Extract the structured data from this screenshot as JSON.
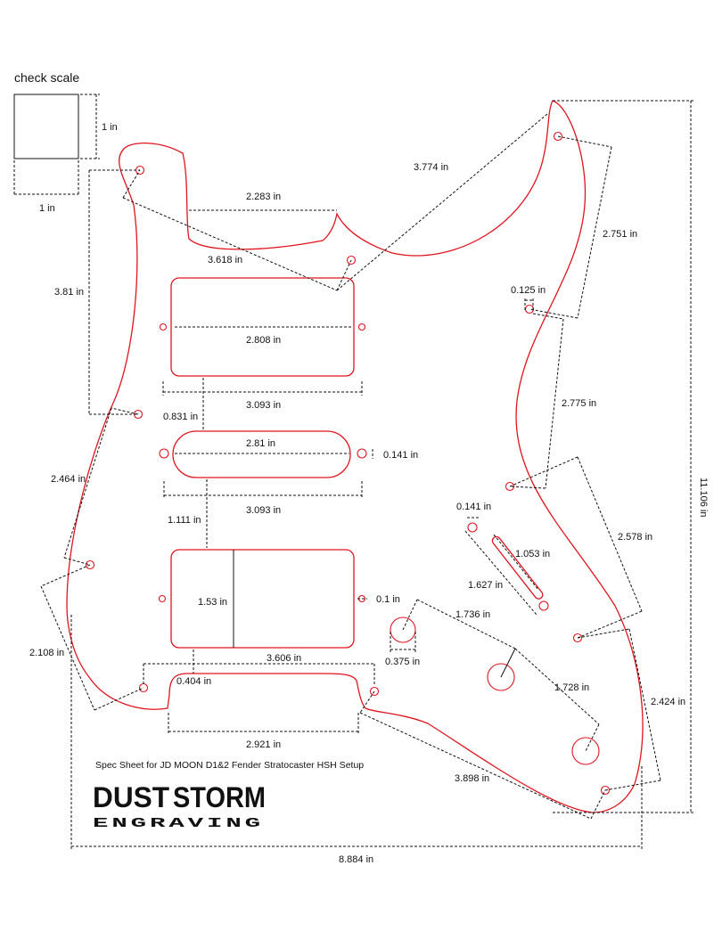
{
  "check_scale": {
    "title": "check scale",
    "width_label": "1 in",
    "height_label": "1 in"
  },
  "dimensions": {
    "d2283": "2.283 in",
    "d3774": "3.774 in",
    "d3618": "3.618 in",
    "d2751": "2.751 in",
    "d381": "3.81 in",
    "d0125": "0.125 in",
    "d2808": "2.808 in",
    "d3093a": "3.093 in",
    "d0831": "0.831 in",
    "d2775": "2.775 in",
    "d281": "2.81 in",
    "d0141a": "0.141 in",
    "d2464": "2.464 in",
    "d3093b": "3.093 in",
    "d1111": "1.111 in",
    "d0141b": "0.141 in",
    "d2578": "2.578 in",
    "d1053": "1.053 in",
    "d1627": "1.627 in",
    "d153": "1.53 in",
    "d01": "0.1 in",
    "d1736": "1.736 in",
    "d0375": "0.375 in",
    "d2108": "2.108 in",
    "d3606": "3.606 in",
    "d0404": "0.404 in",
    "d1728": "1.728 in",
    "d2424": "2.424 in",
    "d11106": "11.106 in",
    "d2921": "2.921 in",
    "d3898": "3.898 in",
    "d8884": "8.884 in"
  },
  "spec_title": "Spec Sheet for JD MOON D1&2 Fender Stratocaster HSH Setup",
  "brand": {
    "word1": "DUST",
    "word2": "STORM",
    "sub": "ENGRAVING"
  },
  "colors": {
    "outline": "#e0141e",
    "lines": "#111111"
  }
}
